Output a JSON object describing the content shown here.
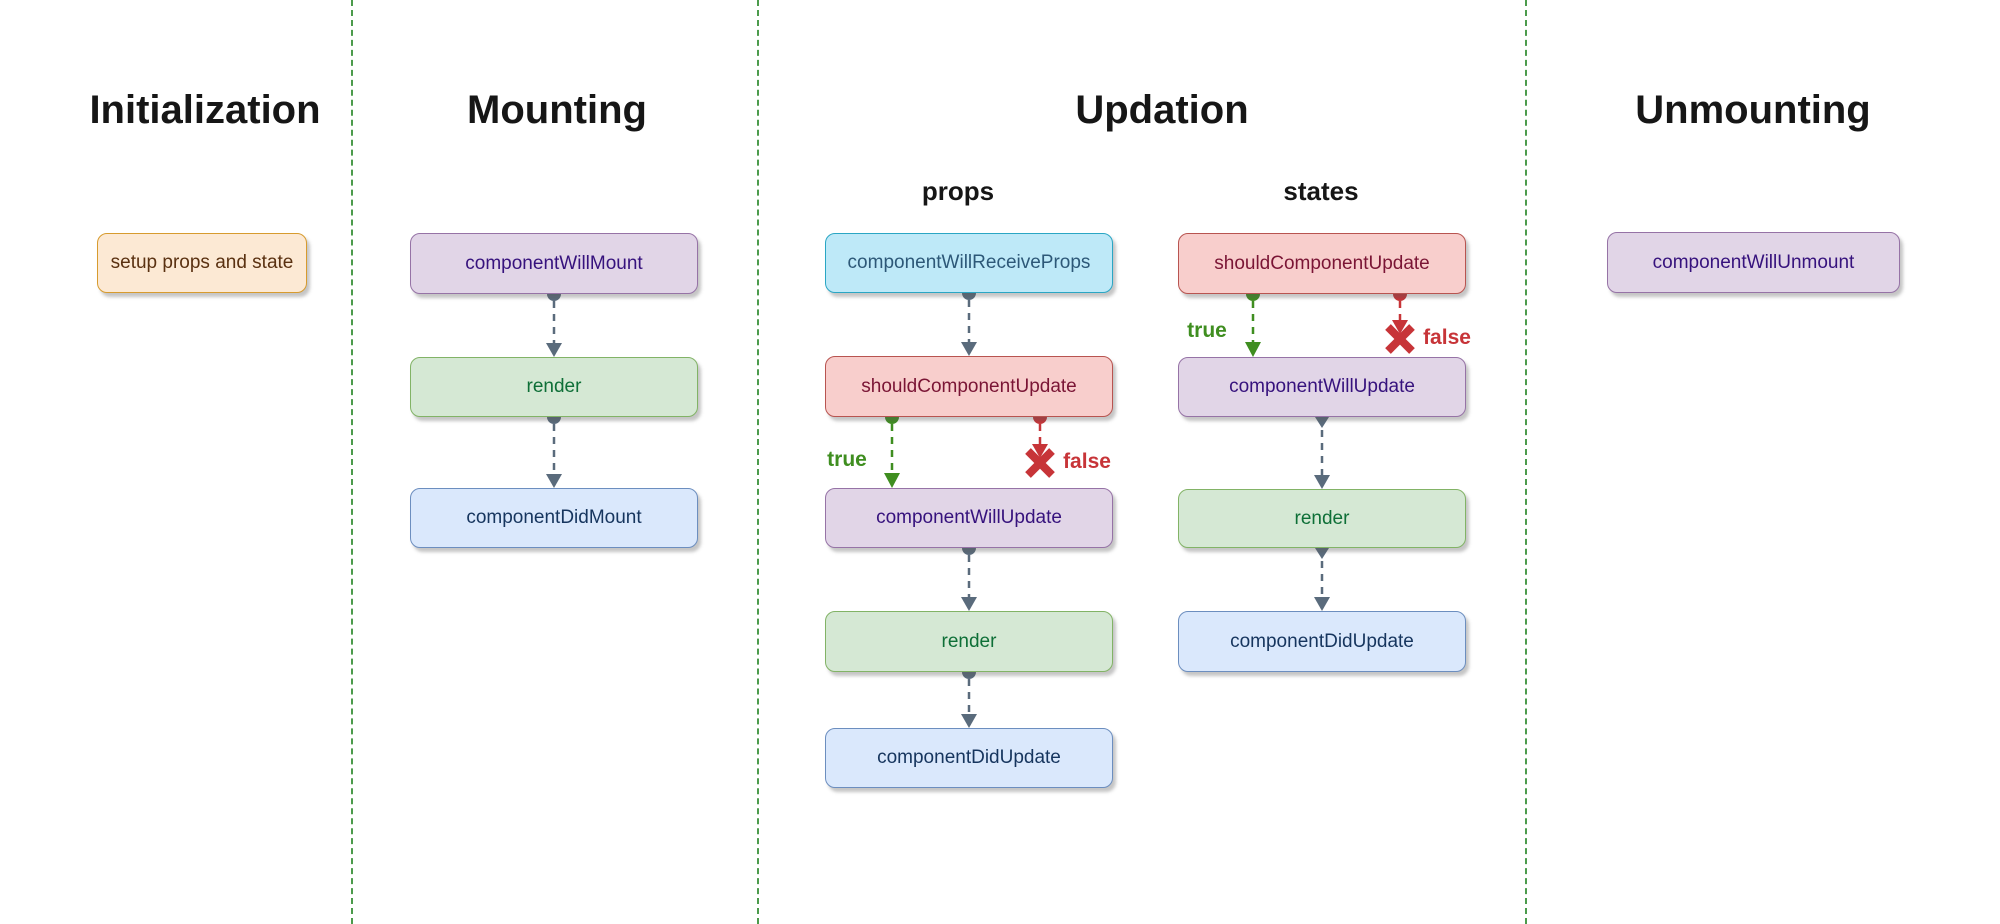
{
  "sections": {
    "initialization": {
      "title": "Initialization",
      "nodes": {
        "setup": {
          "label": "setup props and state"
        }
      }
    },
    "mounting": {
      "title": "Mounting",
      "nodes": {
        "willMount": {
          "label": "componentWillMount"
        },
        "render": {
          "label": "render"
        },
        "didMount": {
          "label": "componentDidMount"
        }
      }
    },
    "updation": {
      "title": "Updation",
      "columns": {
        "props": {
          "heading": "props",
          "nodes": {
            "willReceiveProps": {
              "label": "componentWillReceiveProps"
            },
            "shouldUpdate": {
              "label": "shouldComponentUpdate"
            },
            "willUpdate": {
              "label": "componentWillUpdate"
            },
            "render": {
              "label": "render"
            },
            "didUpdate": {
              "label": "componentDidUpdate"
            }
          },
          "branches": {
            "true_label": "true",
            "false_label": "false"
          }
        },
        "states": {
          "heading": "states",
          "nodes": {
            "shouldUpdate": {
              "label": "shouldComponentUpdate"
            },
            "willUpdate": {
              "label": "componentWillUpdate"
            },
            "render": {
              "label": "render"
            },
            "didUpdate": {
              "label": "componentDidUpdate"
            }
          },
          "branches": {
            "true_label": "true",
            "false_label": "false"
          }
        }
      }
    },
    "unmounting": {
      "title": "Unmounting",
      "nodes": {
        "willUnmount": {
          "label": "componentWillUnmount"
        }
      }
    }
  },
  "colors": {
    "background": "#ffffff",
    "divider_green": "#4c9b4c",
    "connector_gray": "#5a6b7c",
    "branch_true_green": "#3f8e20",
    "branch_false_red": "#c73438",
    "node_orange_fill": "#fce9d4",
    "node_orange_border": "#d79b2e",
    "node_orange_text": "#5a3111",
    "node_purple_fill": "#e1d5e7",
    "node_purple_border": "#9673a6",
    "node_purple_text": "#36127d",
    "node_green_fill": "#d5e8d4",
    "node_green_border": "#82b366",
    "node_green_text": "#0e6f37",
    "node_blue_fill": "#dae8fc",
    "node_blue_border": "#6c8ebf",
    "node_blue_text": "#16355e",
    "node_red_fill": "#f8cecc",
    "node_red_border": "#b85450",
    "node_red_text": "#7a1535",
    "node_cyan_fill": "#bee9f8",
    "node_cyan_border": "#2aa6c4",
    "node_cyan_text": "#2d5878"
  }
}
